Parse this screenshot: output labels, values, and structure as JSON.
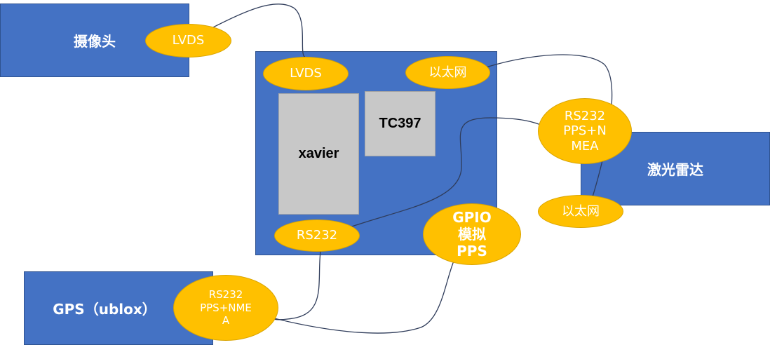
{
  "blocks": {
    "camera": "摄像头",
    "lidar": "激光雷达",
    "gps": "GPS（ublox）",
    "xavier": "xavier",
    "tc397": "TC397"
  },
  "ports": {
    "camera_lvds": "LVDS",
    "board_lvds": "LVDS",
    "board_ethernet": "以太网",
    "board_rs232": "RS232",
    "board_gpio_pps": "GPIO\n模拟\nPPS",
    "lidar_rs232": "RS232\nPPS+N\nMEA",
    "lidar_ethernet": "以太网",
    "gps_rs232": "RS232\nPPS+NME\nA"
  }
}
